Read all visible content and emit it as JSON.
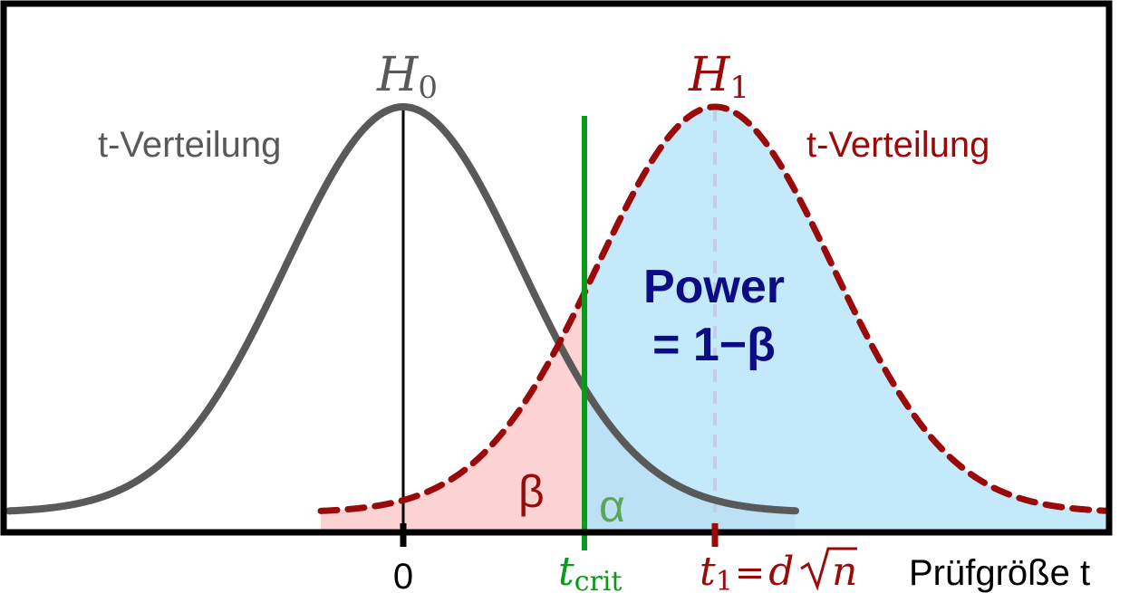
{
  "labels": {
    "h0_base": "H",
    "h0_sub": "0",
    "h1_base": "H",
    "h1_sub": "1",
    "h0_distribution": "t-Verteilung",
    "h1_distribution": "t-Verteilung",
    "power_line1": "Power",
    "power_line2": "= 1−β",
    "beta": "β",
    "alpha": "α",
    "tick_zero": "0",
    "tcrit_base": "t",
    "tcrit_sub": "crit",
    "t1_base": "t",
    "t1_sub": "1",
    "t1_eq": "=",
    "t1_d": "d",
    "t1_n": "n",
    "x_axis_label": "Prüfgröße t"
  },
  "colors": {
    "h0_curve": "#595959",
    "h1_curve": "#9b0a0a",
    "critical_line": "#0a9a1a",
    "power_fill": "#c3e9fb",
    "beta_fill": "#fdd2d2",
    "power_text": "#0c0c85",
    "alpha_text": "#5aa65a",
    "frame": "#000000"
  },
  "distributions": {
    "h0_center": 0,
    "h1_center": 1,
    "critical_value_fraction": 0.56
  }
}
